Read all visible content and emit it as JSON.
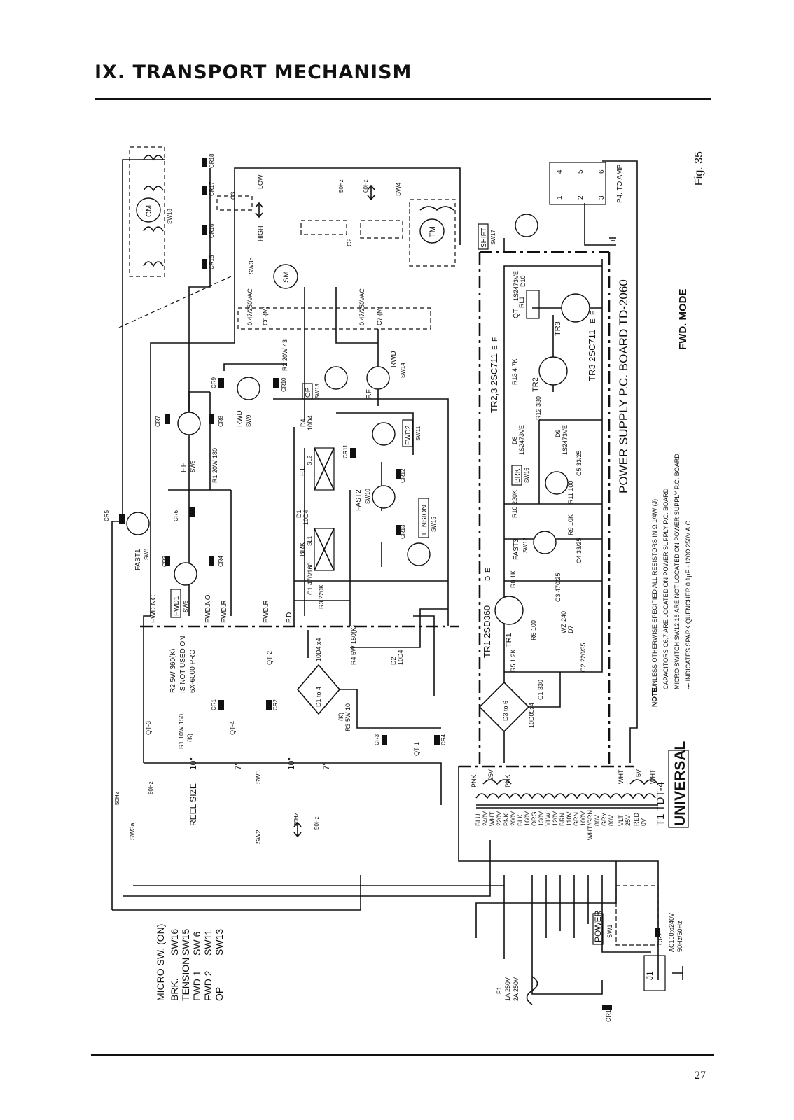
{
  "page": {
    "heading": "IX. TRANSPORT MECHANISM",
    "page_number": "27"
  },
  "diagram": {
    "figure_label": "Fig. 35",
    "mode_label": "FWD. MODE",
    "brand_box": "UNIVERSAL",
    "transformer": "T1 TDT-4",
    "power_board": "POWER SUPPLY P.C. BOARD TD-2060",
    "p4_label": "P4. TO AMP",
    "connector_pins": [
      "1",
      "4",
      "2",
      "5",
      "3",
      "6"
    ],
    "motors": {
      "cm": "CM",
      "sm": "SM",
      "tm": "TM"
    },
    "micro_sw": {
      "title": "MICRO SW. (ON)",
      "rows": [
        {
          "name": "BRK.",
          "sw": "SW16"
        },
        {
          "name": "TENSION",
          "sw": "SW15"
        },
        {
          "name": "FWD 1",
          "sw": "SW 6"
        },
        {
          "name": "FWD 2",
          "sw": "SW11"
        },
        {
          "name": "OP",
          "sw": "SW13"
        }
      ]
    },
    "notes": {
      "title": "NOTE",
      "lines": [
        "UNLESS OTHERWISE SPECIFIED ALL RESISTORS IN Ω 1/4W (J)",
        "CAPACITORS C6,7 ARE LOCATED ON POWER SUPPLY P.C. BOARD",
        "MICRO SWITCH SW12,16 ARE NOT LOCATED ON POWER SUPPLY P.C. BOARD",
        "-▪- INDICATES SPARK QUENCHER 0.1µF +120Ω 250V A.C."
      ]
    },
    "r2_note": [
      "R2 5W 360(K)",
      "IS NOT USED ON",
      "6X-6000 PRO"
    ],
    "reel_size": {
      "label": "REEL SIZE",
      "sizes": [
        "10\"",
        "7\"",
        "10\"",
        "7\""
      ]
    },
    "transistors": {
      "tr1": "TR1 2SD360",
      "tr1_grade": [
        "D",
        "E"
      ],
      "tr23": "TR2,3 2SC711",
      "tr23_grade": [
        "E",
        "F"
      ],
      "tr3": "TR3 2SC711",
      "tr3_grade": [
        "E",
        "F"
      ],
      "tr2": "TR2",
      "tr3_short": "TR3",
      "tr1_short": "TR1"
    },
    "relay": {
      "qt": "QT",
      "rl": "RL1"
    },
    "taps_primary": [
      "BLU",
      "240V",
      "WHT",
      "220V",
      "PNK",
      "200V",
      "BLK",
      "160V",
      "ORG",
      "130V",
      "YLW",
      "120V",
      "BRN",
      "110V",
      "GRN",
      "100V"
    ],
    "taps_secondary": [
      "WHT/GRN",
      "88V",
      "GRY",
      "80V",
      "VLT",
      "25V",
      "RED",
      "0V"
    ],
    "taps_5v": [
      "WHT",
      "5V",
      "WHT"
    ],
    "taps_25v": [
      "PNK",
      "25V",
      "PNK"
    ],
    "power": {
      "switch_box": "POWER",
      "sw": "SW1",
      "j1": "J1",
      "cr1": "CR1",
      "cr2": "CR2",
      "ac": "AC100to240V",
      "hz": "50Hz/60Hz",
      "fuse": "F1",
      "fuse_a": "1A 250V",
      "fuse_b": "2A 250V"
    },
    "freq": {
      "hz50": "50Hz",
      "hz60": "60Hz",
      "sw2": "SW2",
      "sw3a": "SW3a",
      "sw5": "SW5",
      "sw4": "SW4",
      "sw3b": "SW3b"
    },
    "speed": {
      "high": "HIGH",
      "low": "LOW"
    },
    "switches": {
      "fast1": "FAST1",
      "sw1": "SW1",
      "fwd1": "FWD1",
      "sw6": "SW6",
      "ff": "F.F",
      "sw8": "SW8",
      "rwd": "RWD",
      "sw9": "SW9",
      "op": "OP",
      "sw13": "SW13",
      "rwd2": "RWD",
      "sw14": "SW14",
      "ff2": "F.F",
      "fwd2": "FWD2",
      "sw11": "SW11",
      "fast2": "FAST2",
      "sw10": "SW10",
      "tension": "TENSION",
      "sw15": "SW15",
      "shift": "SHIFT",
      "sw17": "SW17",
      "brk": "BRK",
      "sw16": "SW16",
      "fast3": "FAST3",
      "sw12": "SW12",
      "sw18": "SW18"
    },
    "lines": {
      "fwd_nc": "FWD.NC",
      "fwd_no": "FWD.NO",
      "fwd_r1": "FWD.R",
      "fwd_r2": "FWD.R",
      "pd": "P.D",
      "qt1": "QT-1",
      "qt2": "QT-2",
      "qt3": "QT-3",
      "qt4": "QT-4"
    },
    "solenoids": {
      "pl": "P.L",
      "sl2": "SL2",
      "brk": "BRK",
      "sl1": "SL1"
    },
    "resistors": {
      "r1a": "R1 10W 150",
      "r1a_k": "(K)",
      "r1b": "R1 20W 180",
      "r2": "R2 20W 43",
      "r3": "R3 5W 10",
      "r3_k": "(K)",
      "r3b": "R3 220K",
      "r4": "R4 5W 150(K)",
      "r5": "R5 1.2K",
      "r6": "R6 100",
      "r8": "R8 1K",
      "r9": "R9 10K",
      "r10": "R10 220K",
      "r11": "R11 100",
      "r12": "R12 330",
      "r13": "R13 4.7K"
    },
    "capacitors": {
      "c1a": "C1 470/160",
      "c1b": "C1 330",
      "c2": "C2 220/35",
      "c3": "C3 470/25",
      "c4": "C4 33/25",
      "c5": "C5 33/25",
      "c6": "C6 (M)",
      "c6v": "0.47/250VAC",
      "c7": "C7 (M)",
      "c7v": "0.47/250VAC",
      "c2m": "C2",
      "c3m": "C3"
    },
    "diodes": {
      "d1to4": "D1 to 4",
      "d104x4": "10D4 x4",
      "d2": "D2",
      "d2v": "10D4",
      "d1": "D1",
      "d1v": "10D4",
      "d4": "D4",
      "d4v": "10D4",
      "d3to6": "D3 to 6",
      "d3v": "10D05x4",
      "d7": "D7",
      "d7v": "WZ-240",
      "d8": "D8",
      "d8v": "1S2473VE",
      "d9": "D9",
      "d9v": "1S2473VE",
      "d10": "D10",
      "d10v": "1S2473VE"
    },
    "cr": {
      "cr3": "CR3",
      "cr4": "CR4",
      "cr5": "CR5",
      "cr6": "CR6",
      "cr7": "CR7",
      "cr8": "CR8",
      "cr9": "CR9",
      "cr10": "CR10",
      "cr11": "CR11",
      "cr12": "CR12",
      "cr13": "CR13",
      "cr15": "CR15",
      "cr16": "CR16",
      "cr17": "CR17",
      "cr18": "CR18",
      "cr1b": "CR1",
      "cr2b": "CR2",
      "cr3b": "CR3",
      "cr4b": "CR4"
    }
  }
}
